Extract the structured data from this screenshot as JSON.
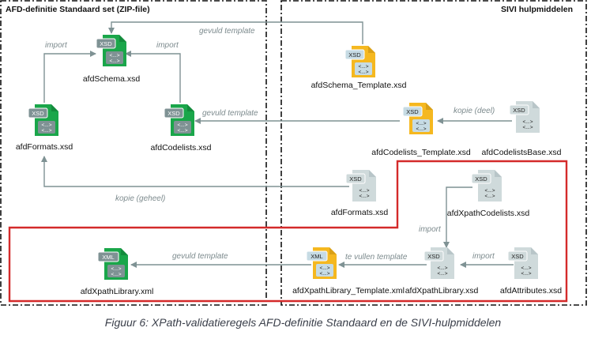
{
  "colors": {
    "green": "#1aa64a",
    "yellow": "#f5b820",
    "grey_file": "#cfdadb",
    "grey_tag": "#7f9294",
    "arrow": "#7f9294",
    "highlight": "#d42a2a",
    "border": "#111111"
  },
  "sections": {
    "left_title": "AFD-definitie Standaard set (ZIP-file)",
    "right_title": "SIVI hulpmiddelen"
  },
  "files": [
    {
      "id": "afdSchema",
      "name": "afdSchema.xsd",
      "type": "XSD",
      "color": "green"
    },
    {
      "id": "afdFormats_left",
      "name": "afdFormats.xsd",
      "type": "XSD",
      "color": "green"
    },
    {
      "id": "afdCodelists",
      "name": "afdCodelists.xsd",
      "type": "XSD",
      "color": "green"
    },
    {
      "id": "afdSchema_Template",
      "name": "afdSchema_Template.xsd",
      "type": "XSD",
      "color": "yellow"
    },
    {
      "id": "afdCodelists_Template",
      "name": "afdCodelists_Template.xsd",
      "type": "XSD",
      "color": "yellow"
    },
    {
      "id": "afdCodelistsBase",
      "name": "afdCodelistsBase.xsd",
      "type": "XSD",
      "color": "grey"
    },
    {
      "id": "afdFormats_right",
      "name": "afdFormats.xsd",
      "type": "XSD",
      "color": "grey"
    },
    {
      "id": "afdXpathCodelists",
      "name": "afdXpathCodelists.xsd",
      "type": "XSD",
      "color": "grey"
    },
    {
      "id": "afdXpathLibrary_xml",
      "name": "afdXpathLibrary.xml",
      "type": "XML",
      "color": "green"
    },
    {
      "id": "afdXpathLibrary_Template",
      "name": "afdXpathLibrary_Template.xml",
      "type": "XML",
      "color": "yellow"
    },
    {
      "id": "afdXpathLibrary_xsd",
      "name": "afdXpathLibrary.xsd",
      "type": "XSD",
      "color": "grey"
    },
    {
      "id": "afdAttributes",
      "name": "afdAttributes.xsd",
      "type": "XSD",
      "color": "grey"
    }
  ],
  "file_code_glyph": "<...>",
  "edges": [
    {
      "from": "afdSchema_Template",
      "to": "afdSchema",
      "label": "gevuld template"
    },
    {
      "from": "afdFormats_left",
      "to": "afdSchema",
      "label": "import"
    },
    {
      "from": "afdCodelists",
      "to": "afdSchema",
      "label": "import"
    },
    {
      "from": "afdCodelists_Template",
      "to": "afdCodelists",
      "label": "gevuld template"
    },
    {
      "from": "afdCodelistsBase",
      "to": "afdCodelists_Template",
      "label": "kopie (deel)"
    },
    {
      "from": "afdFormats_right",
      "to": "afdFormats_left",
      "label": "kopie (geheel)"
    },
    {
      "from": "afdXpathCodelists",
      "to": "afdXpathLibrary_xsd",
      "label": "import"
    },
    {
      "from": "afdAttributes",
      "to": "afdXpathLibrary_xsd",
      "label": "import"
    },
    {
      "from": "afdXpathLibrary_xsd",
      "to": "afdXpathLibrary_Template",
      "label": "te vullen template"
    },
    {
      "from": "afdXpathLibrary_Template",
      "to": "afdXpathLibrary_xml",
      "label": "gevuld template"
    }
  ],
  "caption": "Figuur 6: XPath-validatieregels AFD-definitie Standaard en de SIVI-hulpmiddelen"
}
